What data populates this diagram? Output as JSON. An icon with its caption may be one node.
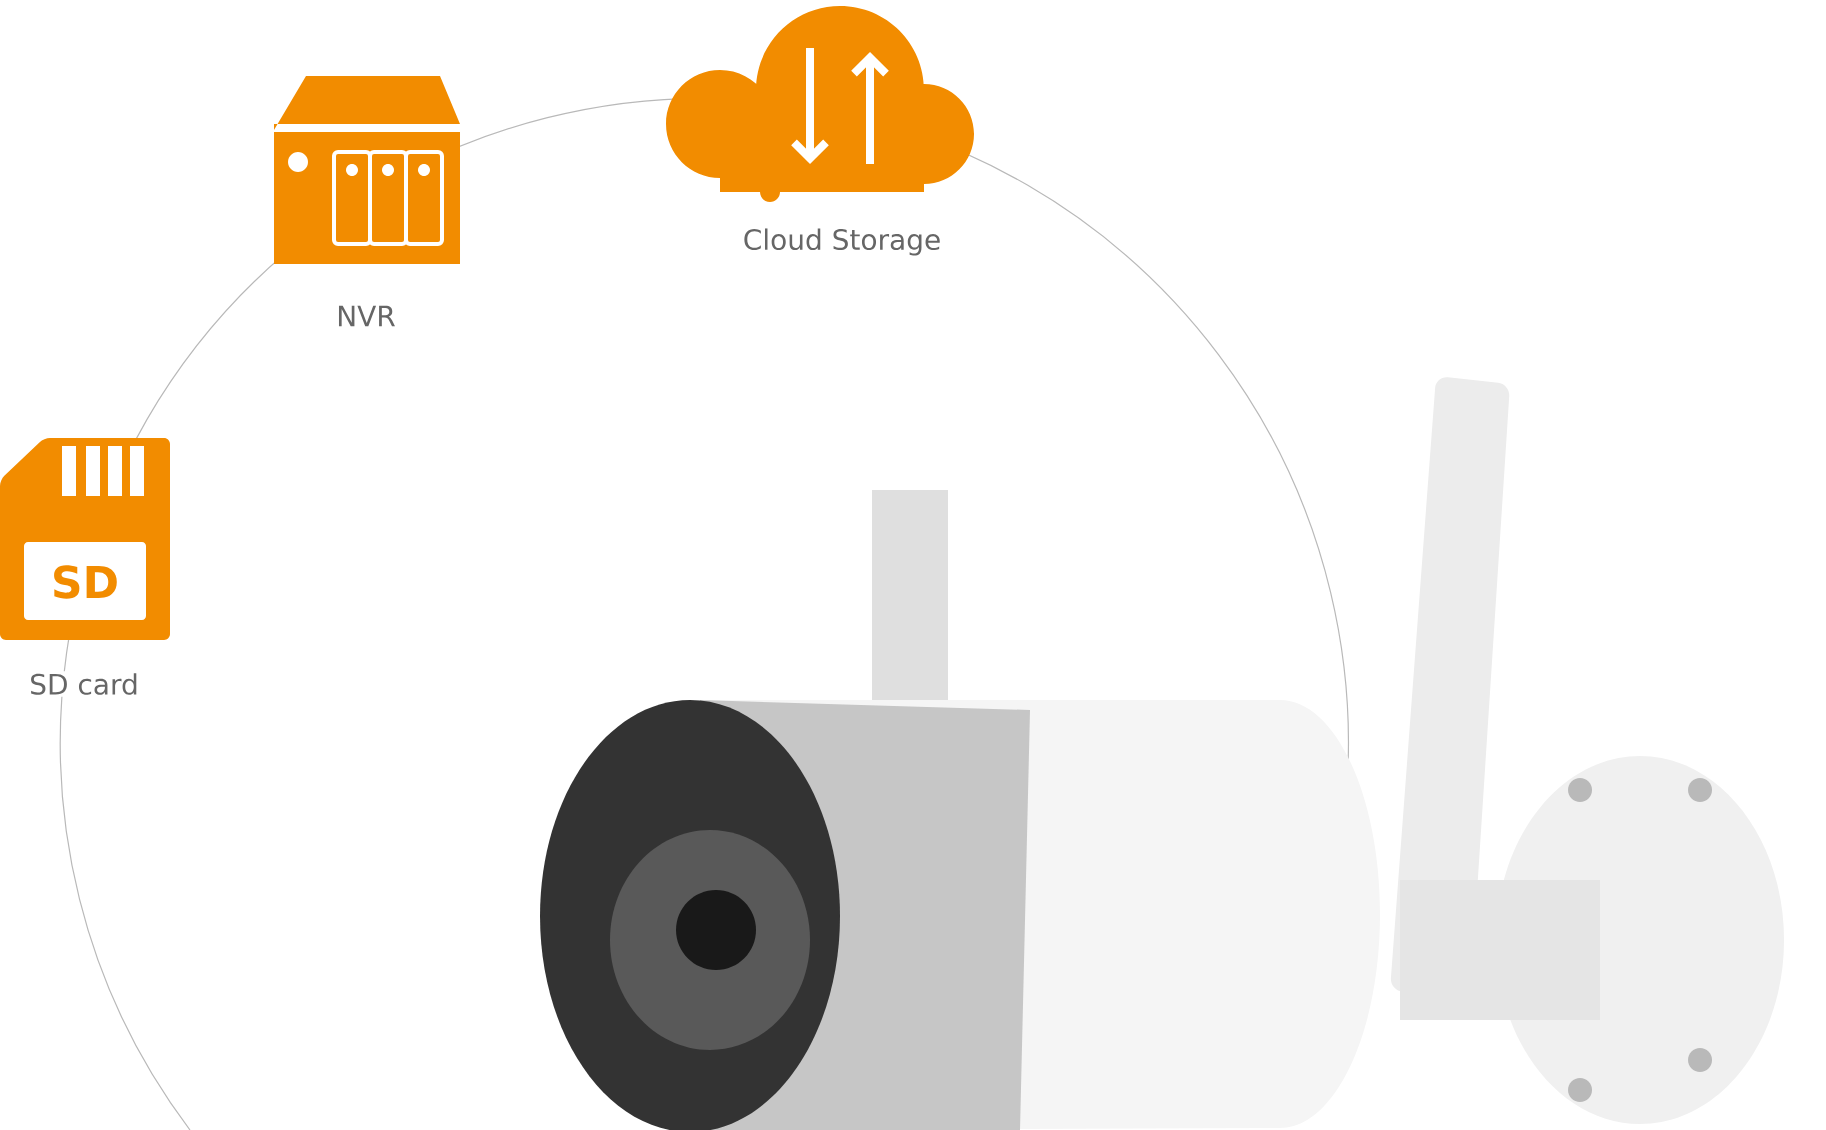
{
  "diagram": {
    "nodes": [
      {
        "text": [
          "SD"
        ],
        "beside": [
          "SD card"
        ]
      }
    ],
    "labels": [
      "NVR",
      "Cloud Storage"
    ]
  }
}
